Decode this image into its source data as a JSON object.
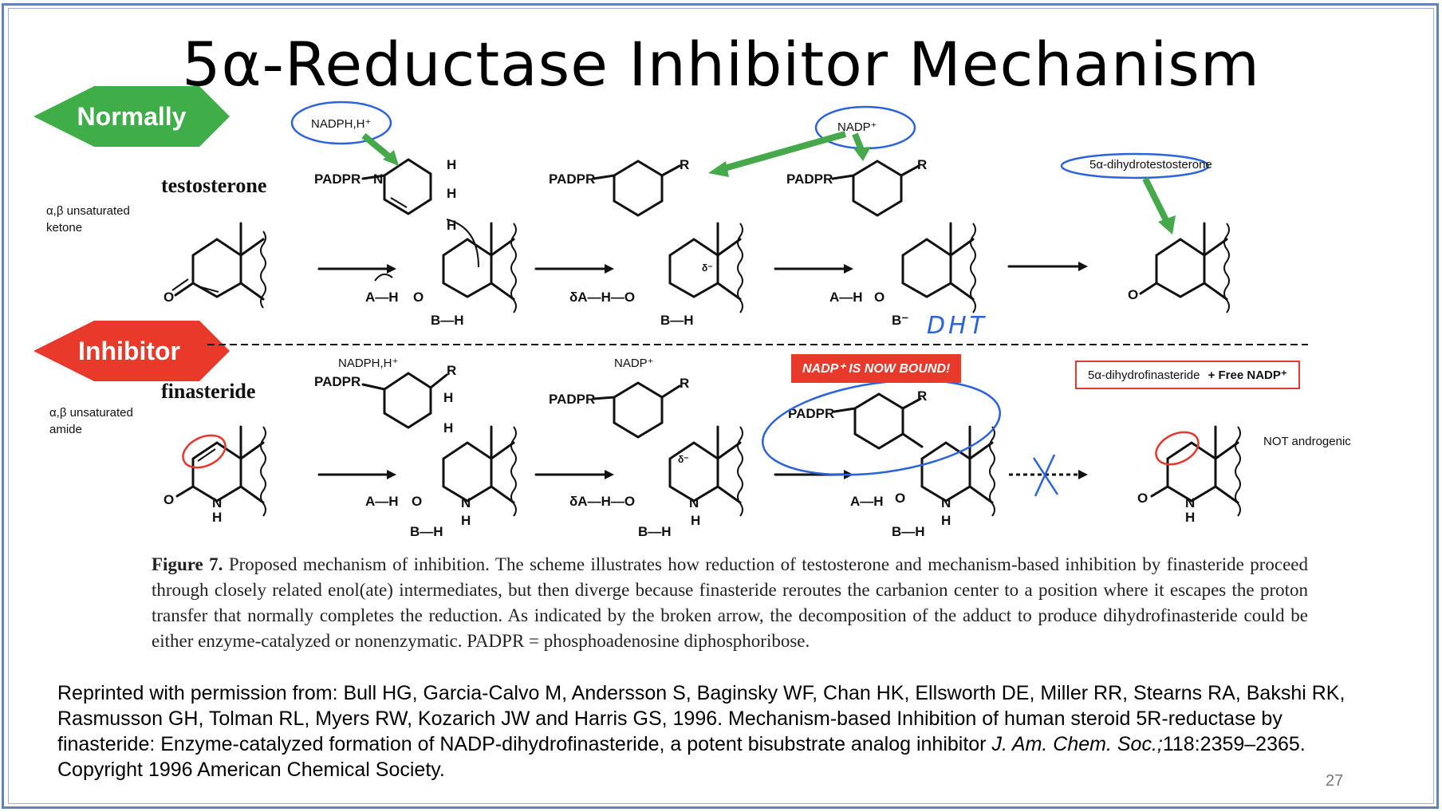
{
  "slide": {
    "title": "5α-Reductase Inhibitor Mechanism",
    "page_number": "27"
  },
  "badges": {
    "normally": "Normally",
    "inhibitor": "Inhibitor",
    "normally_color": "#3fae49",
    "inhibitor_color": "#e8392b"
  },
  "top_row": {
    "molecule": "testosterone",
    "type_label_line1": "α,β unsaturated",
    "type_label_line2": "ketone",
    "cofactor_in": "NADPH,H⁺",
    "cofactor_out": "NADP⁺",
    "product": "5α-dihydrotestosterone",
    "handwritten": "DHT"
  },
  "bottom_row": {
    "molecule": "finasteride",
    "type_label_line1": "α,β unsaturated",
    "type_label_line2": "amide",
    "cofactor_in": "NADPH,H⁺",
    "cofactor_out": "NADP⁺",
    "bound_note": "NADP⁺ IS NOW BOUND!",
    "product": "5α-dihydrofinasteride",
    "product_extra": "+ Free NADP⁺",
    "not_androgenic": "NOT androgenic"
  },
  "chem_labels": {
    "padpr": "PADPR",
    "r": "R",
    "h": "H",
    "n": "N",
    "o": "O",
    "a_h": "A—H",
    "b_h": "B—H",
    "b_minus": "B⁻",
    "delta_minus": "δ⁻",
    "delta_a": "δA—H—O"
  },
  "caption": {
    "figure_label": "Figure 7.",
    "text": "Proposed mechanism of inhibition. The scheme illustrates how reduction of testosterone and mechanism-based inhibition by finasteride proceed through closely related enol(ate) intermediates, but then diverge because finasteride reroutes the carbanion center to a position where it escapes the proton transfer that normally completes the reduction. As indicated by the broken arrow, the decomposition of the adduct to produce dihydrofinasteride could be either enzyme-catalyzed or nonenzymatic. PADPR = phosphoadenosine diphosphoribose."
  },
  "credit": {
    "text_before_journal": "Reprinted with permission from: Bull HG, Garcia-Calvo M, Andersson S, Baginsky WF, Chan HK, Ellsworth DE, Miller RR, Stearns RA, Bakshi RK, Rasmusson GH, Tolman RL, Myers RW, Kozarich JW and Harris GS, 1996. Mechanism-based Inhibition of human steroid 5R-reductase by finasteride: Enzyme-catalyzed formation of NADP-dihydrofinasteride, a potent bisubstrate analog inhibitor ",
    "journal": "J. Am. Chem. Soc.;",
    "text_after_journal": "118:2359–2365. Copyright 1996 American Chemical Society."
  }
}
